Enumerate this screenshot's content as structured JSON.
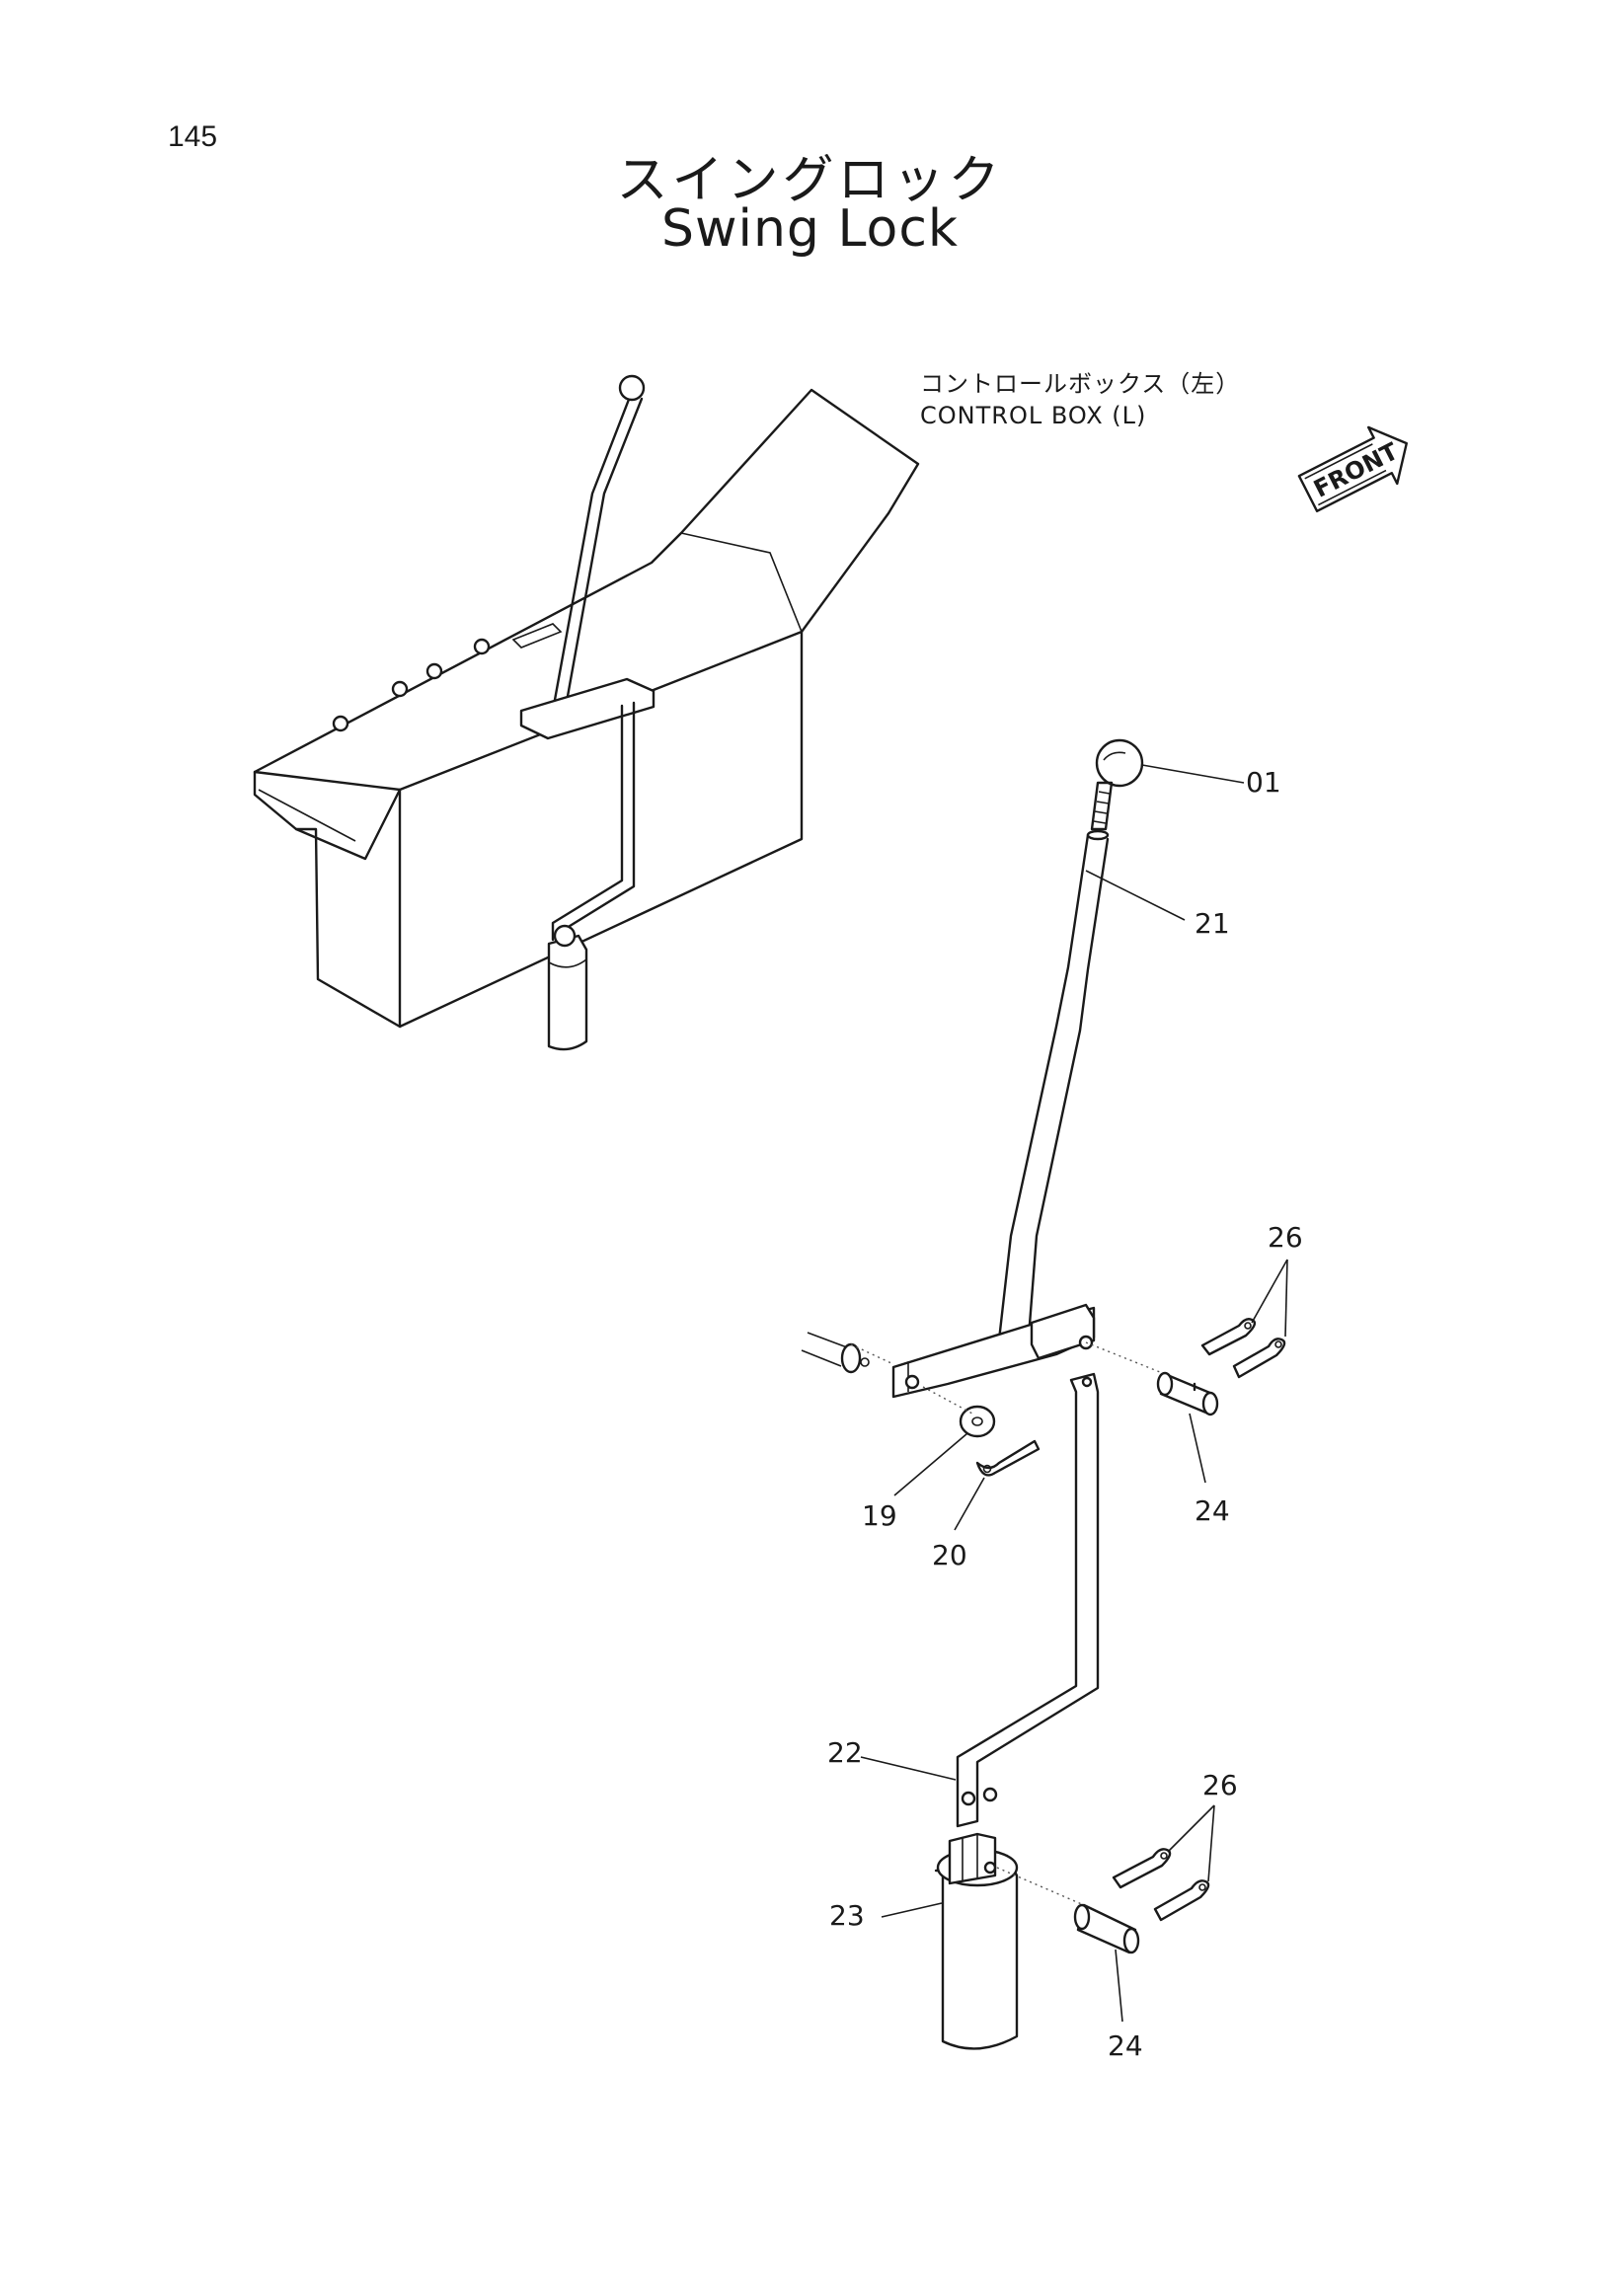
{
  "page": {
    "number": "145"
  },
  "title": {
    "japanese": "スイングロック",
    "english": "Swing Lock"
  },
  "assembly_label": {
    "japanese": "コントロールボックス（左）",
    "english": "CONTROL BOX (L)"
  },
  "front_marker": {
    "text": "FRONT",
    "icon": "arrow-icon"
  },
  "callouts": [
    {
      "id": "knob",
      "label": "01"
    },
    {
      "id": "lever",
      "label": "21"
    },
    {
      "id": "pin-clips-upper",
      "label": "26"
    },
    {
      "id": "pin-upper",
      "label": "24"
    },
    {
      "id": "washer",
      "label": "19"
    },
    {
      "id": "cotter-pin",
      "label": "20"
    },
    {
      "id": "rod",
      "label": "22"
    },
    {
      "id": "pin-clips-lower",
      "label": "26"
    },
    {
      "id": "cylinder",
      "label": "23"
    },
    {
      "id": "pin-lower",
      "label": "24"
    }
  ]
}
